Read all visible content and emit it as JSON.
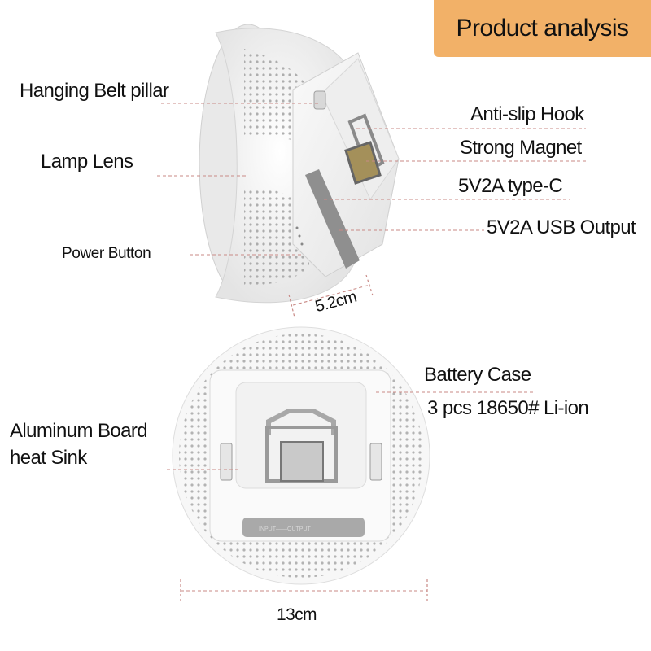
{
  "header": {
    "title": "Product analysis"
  },
  "labels": {
    "hanging_belt_pillar": "Hanging Belt pillar",
    "lamp_lens": "Lamp Lens",
    "power_button": "Power Button",
    "anti_slip_hook": "Anti-slip Hook",
    "strong_magnet": "Strong Magnet",
    "type_c": "5V2A type-C",
    "usb_output": "5V2A USB Output",
    "battery_case": "Battery Case",
    "battery_spec": "3 pcs 18650# Li-ion",
    "aluminum_board": "Aluminum  Board",
    "heat_sink": "heat Sink"
  },
  "dimensions": {
    "depth": "5.2cm",
    "diameter": "13cm"
  },
  "port_cover_text": "INPUT——OUTPUT",
  "colors": {
    "badge": "#f2b168",
    "leader_line": "#c98a86",
    "device_white": "#f4f4f4",
    "port_cover": "#a9a9a9"
  }
}
